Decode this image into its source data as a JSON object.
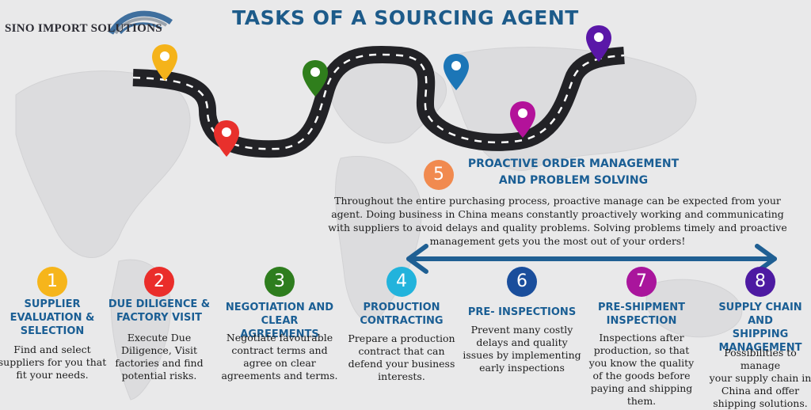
{
  "brand": {
    "name": "SINO IMPORT SOLUTIONS"
  },
  "title": "TASKS OF A SOURCING AGENT",
  "pins": [
    {
      "id": "pin-1",
      "color": "#f5b31a"
    },
    {
      "id": "pin-2",
      "color": "#e8302c"
    },
    {
      "id": "pin-3",
      "color": "#2f7e1c"
    },
    {
      "id": "pin-4",
      "color": "#1c76b7"
    },
    {
      "id": "pin-5",
      "color": "#b3129a"
    },
    {
      "id": "pin-6",
      "color": "#5a17a8"
    }
  ],
  "highlight": {
    "number": "5",
    "color": "#f18a4f",
    "title_line1": "PROACTIVE ORDER MANAGEMENT",
    "title_line2": "AND PROBLEM SOLVING",
    "description": "Throughout the entire purchasing process, proactive manage can be expected from your agent. Doing business in China means constantly proactively working and communicating with suppliers to avoid delays and quality problems. Solving problems timely and proactive management gets you the most out of your orders!"
  },
  "arrow_color": "#1f5f93",
  "steps": [
    {
      "number": "1",
      "color": "#f6b51b",
      "title": [
        "SUPPLIER",
        "EVALUATION &",
        "SELECTION"
      ],
      "description": [
        "Find and select",
        "suppliers for you that",
        "fit your needs."
      ]
    },
    {
      "number": "2",
      "color": "#ea2d2a",
      "title": [
        "DUE DILIGENCE &",
        "FACTORY VISIT"
      ],
      "description": [
        "Execute Due",
        "Diligence, Visit",
        "factories and find",
        "potential risks."
      ]
    },
    {
      "number": "3",
      "color": "#2e7d1e",
      "title": [
        "NEGOTIATION AND",
        "CLEAR AGREEMENTS"
      ],
      "description": [
        "Negotiate favourable",
        "contract terms and",
        "agree on clear",
        "agreements and terms."
      ]
    },
    {
      "number": "4",
      "color": "#22b3dc",
      "title": [
        "PRODUCTION",
        "CONTRACTING"
      ],
      "description": [
        "Prepare a production",
        "contract that can",
        "defend your business",
        "interests."
      ]
    },
    {
      "number": "6",
      "color": "#1a4e9c",
      "title": [
        "PRE- INSPECTIONS"
      ],
      "description": [
        "Prevent many costly",
        "delays and quality",
        "issues by implementing",
        "early inspections"
      ]
    },
    {
      "number": "7",
      "color": "#a9159c",
      "title": [
        "PRE-SHIPMENT",
        "INSPECTION"
      ],
      "description": [
        "Inspections after",
        "production, so that",
        "you know the quality",
        "of the goods before",
        "paying and shipping",
        "them."
      ]
    },
    {
      "number": "8",
      "color": "#4d1aa2",
      "title": [
        "SUPPLY CHAIN AND",
        "SHIPPING",
        "MANAGEMENT"
      ],
      "description": [
        "Possibilities to manage",
        "your supply chain in",
        "China and offer",
        "shipping solutions."
      ]
    }
  ]
}
